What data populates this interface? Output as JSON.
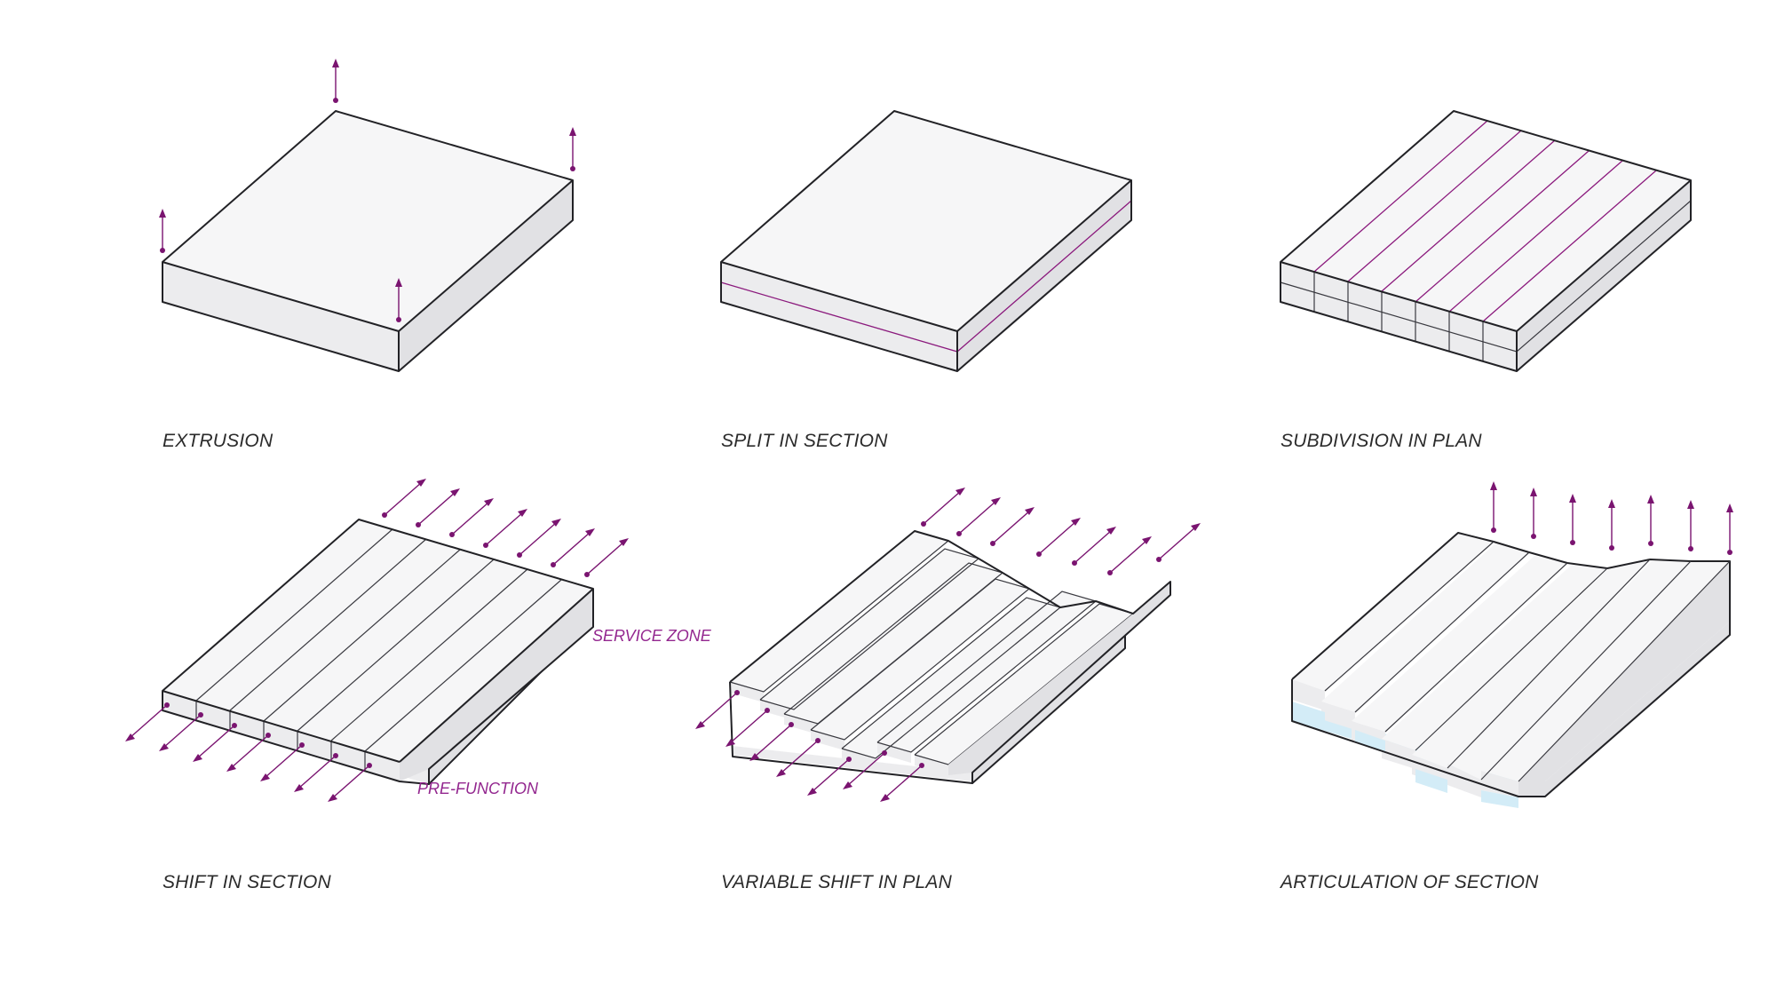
{
  "panels": [
    {
      "id": "extrusion",
      "caption": "EXTRUSION"
    },
    {
      "id": "split",
      "caption": "SPLIT IN SECTION"
    },
    {
      "id": "subdivision",
      "caption": "SUBDIVISION IN PLAN"
    },
    {
      "id": "shift",
      "caption": "SHIFT IN SECTION",
      "labels": {
        "service": "SERVICE ZONE",
        "prefunction": "PRE-FUNCTION"
      }
    },
    {
      "id": "variable",
      "caption": "VARIABLE SHIFT IN PLAN"
    },
    {
      "id": "articulation",
      "caption": "ARTICULATION OF SECTION"
    }
  ],
  "colors": {
    "accent": "#7a1470",
    "label": "#93278f",
    "glass": "#d3ecf7"
  }
}
